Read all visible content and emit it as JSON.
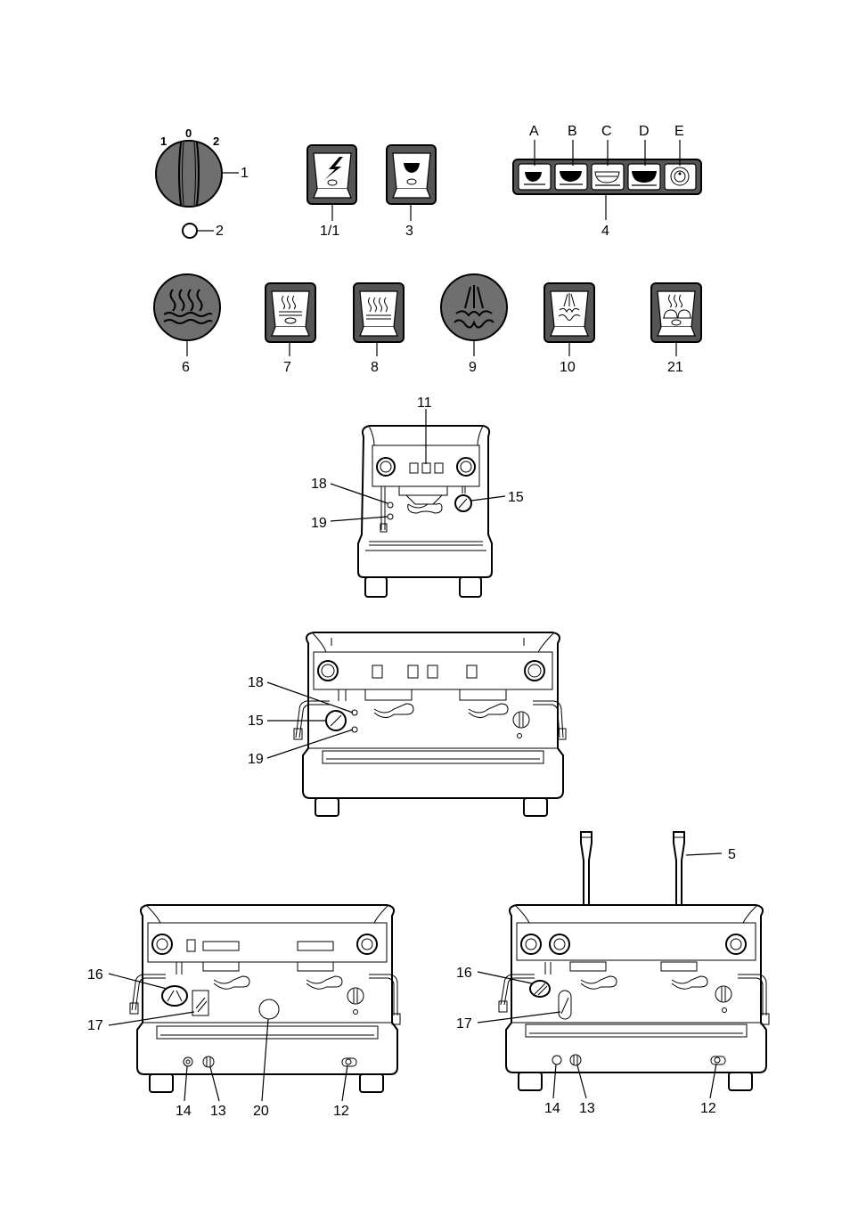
{
  "symbols_row1": {
    "dial_marks": [
      "1",
      "0",
      "2"
    ],
    "dial_label": "1",
    "lamp_label": "2",
    "switch_power_label": "1/1",
    "switch_cup_label": "3",
    "keypad_letters": [
      "A",
      "B",
      "C",
      "D",
      "E"
    ],
    "keypad_label": "4"
  },
  "symbols_row2": {
    "labels": [
      "6",
      "7",
      "8",
      "9",
      "10",
      "21"
    ]
  },
  "machine_single": {
    "labels": {
      "top": "11",
      "left_upper": "18",
      "left_lower": "19",
      "right": "15"
    }
  },
  "machine_double": {
    "labels": {
      "upper": "18",
      "middle": "15",
      "lower": "19"
    }
  },
  "machine_left": {
    "labels": {
      "left_upper": "16",
      "left_lower": "17",
      "bottom": [
        "14",
        "13",
        "20",
        "12"
      ]
    }
  },
  "machine_right": {
    "labels": {
      "steam": "5",
      "left_upper": "16",
      "left_lower": "17",
      "bottom": [
        "14",
        "13",
        "12"
      ]
    }
  }
}
